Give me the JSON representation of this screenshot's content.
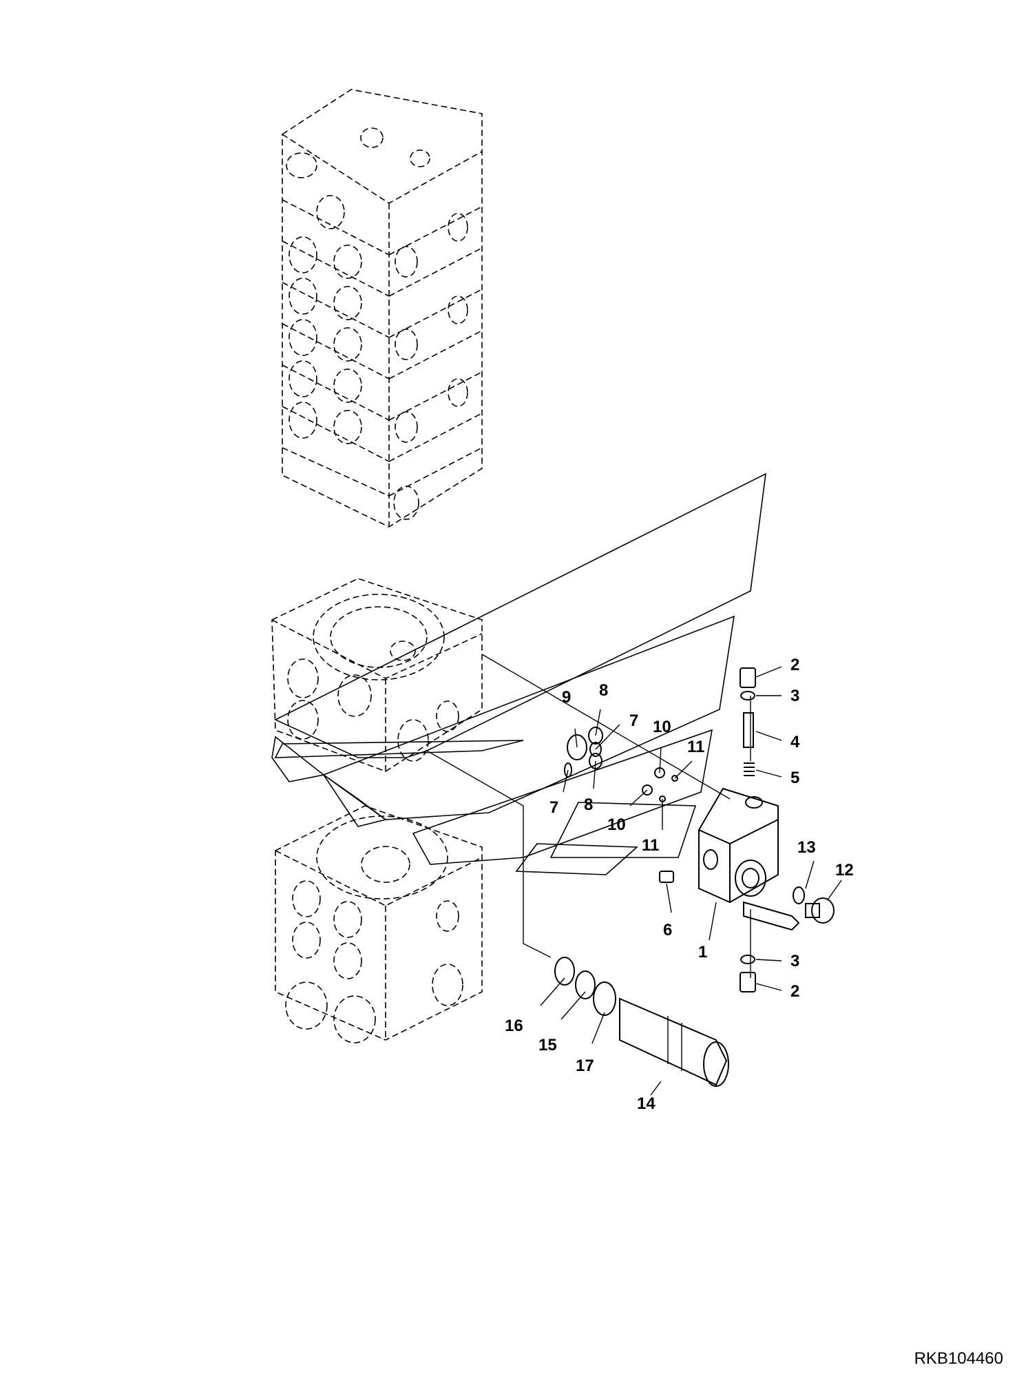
{
  "drawing_code": "RKB104460",
  "callouts": [
    {
      "id": "c1",
      "text": "1"
    },
    {
      "id": "c2a",
      "text": "2"
    },
    {
      "id": "c2b",
      "text": "2"
    },
    {
      "id": "c3a",
      "text": "3"
    },
    {
      "id": "c3b",
      "text": "3"
    },
    {
      "id": "c4",
      "text": "4"
    },
    {
      "id": "c5",
      "text": "5"
    },
    {
      "id": "c6",
      "text": "6"
    },
    {
      "id": "c7a",
      "text": "7"
    },
    {
      "id": "c7b",
      "text": "7"
    },
    {
      "id": "c8a",
      "text": "8"
    },
    {
      "id": "c8b",
      "text": "8"
    },
    {
      "id": "c9",
      "text": "9"
    },
    {
      "id": "c10a",
      "text": "10"
    },
    {
      "id": "c10b",
      "text": "10"
    },
    {
      "id": "c11a",
      "text": "11"
    },
    {
      "id": "c11b",
      "text": "11"
    },
    {
      "id": "c12",
      "text": "12"
    },
    {
      "id": "c13",
      "text": "13"
    },
    {
      "id": "c14",
      "text": "14"
    },
    {
      "id": "c15",
      "text": "15"
    },
    {
      "id": "c16",
      "text": "16"
    },
    {
      "id": "c17",
      "text": "17"
    }
  ]
}
